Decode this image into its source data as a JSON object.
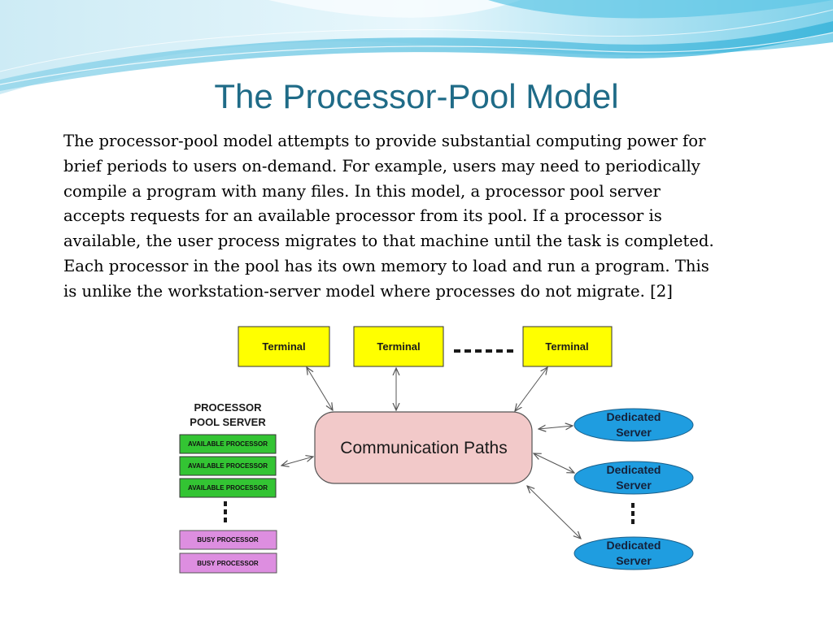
{
  "slide": {
    "title": "The Processor-Pool Model",
    "body_lines": [
      "The processor-pool model attempts to provide substantial computing power for",
      "brief periods to users on-demand. For example, users may need to periodically",
      "compile a program with many files. In this model, a processor pool server",
      "accepts requests for an available processor from its pool. If a processor is",
      "available, the user process migrates to that machine until the task is completed.",
      "Each processor in the pool has its own memory to load and run a program. This",
      "is unlike the workstation-server model where processes do not migrate. [2]"
    ]
  },
  "diagram": {
    "terminals": [
      "Terminal",
      "Terminal",
      "Terminal"
    ],
    "pool_server_label": [
      "PROCESSOR",
      "POOL SERVER"
    ],
    "available_processors": [
      "AVAILABLE PROCESSOR",
      "AVAILABLE PROCESSOR",
      "AVAILABLE PROCESSOR"
    ],
    "busy_processors": [
      "BUSY PROCESSOR",
      "BUSY PROCESSOR"
    ],
    "hub_label": "Communication Paths",
    "dedicated_servers": [
      {
        "line1": "Dedicated",
        "line2": "Server"
      },
      {
        "line1": "Dedicated",
        "line2": "Server"
      },
      {
        "line1": "Dedicated",
        "line2": "Server"
      }
    ]
  },
  "colors": {
    "title": "#1f6b87",
    "terminal": "#ffff00",
    "available": "#33c433",
    "busy": "#dd8ee0",
    "hub": "#f2c9c9",
    "server": "#1f9de0",
    "wave_light": "#c6e9f5",
    "wave_dark": "#3fb6dc"
  }
}
